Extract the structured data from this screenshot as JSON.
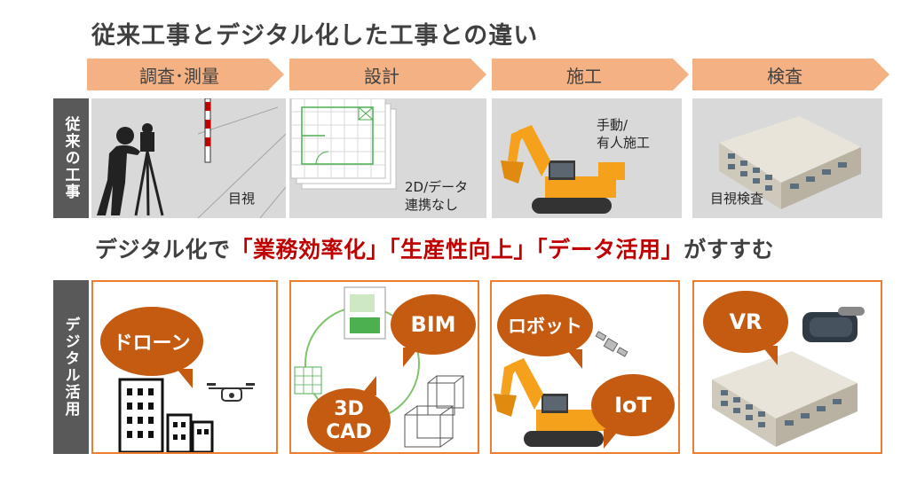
{
  "title": "従来工事とデジタル化した工事との違い",
  "steps": [
    "調査･測量",
    "設計",
    "施工",
    "検査"
  ],
  "row_labels": {
    "traditional": "従来の工事",
    "digital": "デジタル活用"
  },
  "traditional": {
    "survey_caption": "目視",
    "design_caption_line1": "2D/データ",
    "design_caption_line2": "連携なし",
    "construction_caption_line1": "手動/",
    "construction_caption_line2": "有人施工",
    "inspection_caption": "目視検査"
  },
  "headline": {
    "prefix": "デジタル化で",
    "q1": "「業務効率化」",
    "q2": "「生産性向上」",
    "q3": "「データ活用」",
    "suffix": "がすすむ"
  },
  "digital": {
    "drone_label": "ドローン",
    "bim_label": "BIM",
    "cad_line1": "3D",
    "cad_line2": "CAD",
    "robot_label": "ロボット",
    "iot_label": "IoT",
    "vr_label": "VR"
  },
  "colors": {
    "step_fill": "#f4b183",
    "row_label_fill": "#595959",
    "bubble_fill": "#c55a11",
    "border_orange": "#ed7d31",
    "highlight_red": "#c00000",
    "excavator": "#f5a11c"
  }
}
